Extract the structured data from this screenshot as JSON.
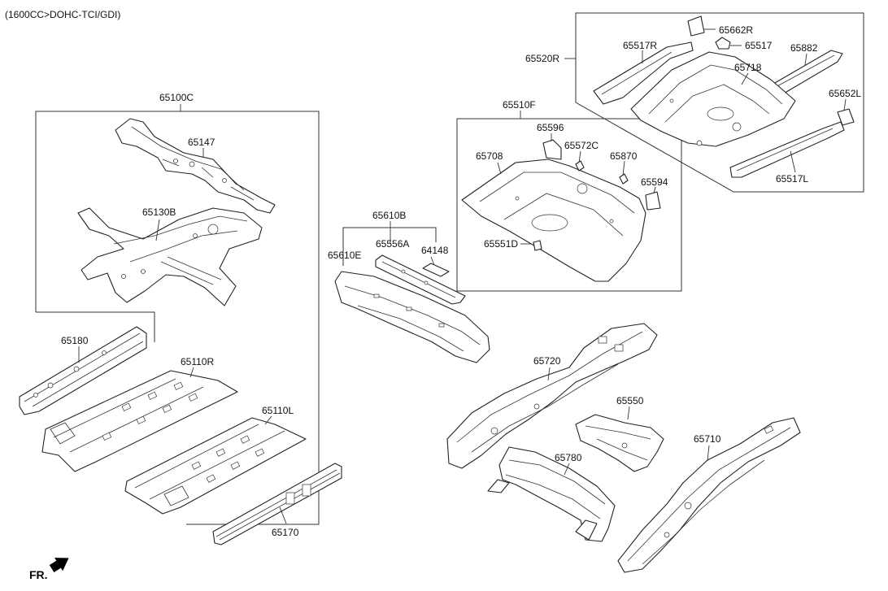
{
  "header": {
    "engine_note": "(1600CC>DOHC-TCI/GDI)"
  },
  "direction": {
    "label": "FR."
  },
  "parts": {
    "p65100C": "65100C",
    "p65147": "65147",
    "p65130B": "65130B",
    "p65180": "65180",
    "p65110R": "65110R",
    "p65110L": "65110L",
    "p65170": "65170",
    "p65610B": "65610B",
    "p65610E": "65610E",
    "p65556A": "65556A",
    "p64148": "64148",
    "p65510F": "65510F",
    "p65596": "65596",
    "p65572C": "65572C",
    "p65708": "65708",
    "p65870": "65870",
    "p65594": "65594",
    "p65551D": "65551D",
    "p65520R": "65520R",
    "p65662R": "65662R",
    "p65517R": "65517R",
    "p65517": "65517",
    "p65882": "65882",
    "p65718": "65718",
    "p65652L": "65652L",
    "p65517L": "65517L",
    "p65720": "65720",
    "p65550": "65550",
    "p65780": "65780",
    "p65710": "65710"
  },
  "icons": {
    "direction_arrow": "arrow-front-icon"
  }
}
